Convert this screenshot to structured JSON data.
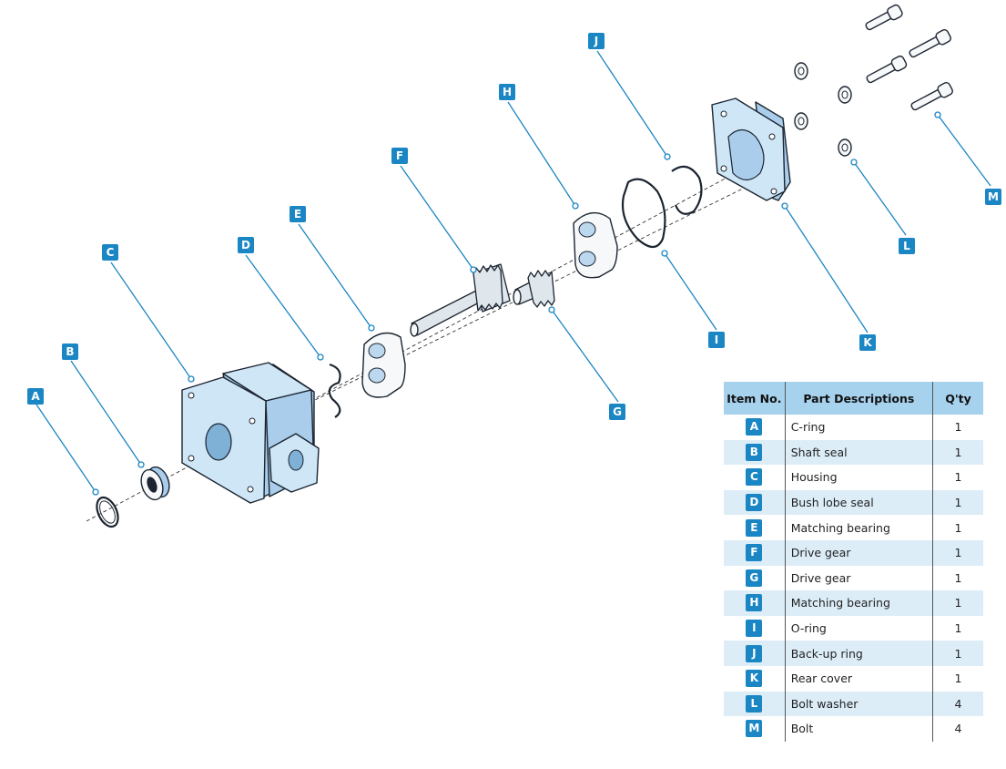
{
  "callouts": [
    "A",
    "B",
    "C",
    "D",
    "E",
    "F",
    "G",
    "H",
    "I",
    "J",
    "K",
    "L",
    "M"
  ],
  "table": {
    "headers": {
      "item": "Item No.",
      "desc": "Part Descriptions",
      "qty": "Q'ty"
    },
    "rows": [
      {
        "item": "A",
        "desc": "C-ring",
        "qty": "1"
      },
      {
        "item": "B",
        "desc": "Shaft seal",
        "qty": "1"
      },
      {
        "item": "C",
        "desc": "Housing",
        "qty": "1"
      },
      {
        "item": "D",
        "desc": "Bush lobe seal",
        "qty": "1"
      },
      {
        "item": "E",
        "desc": "Matching bearing",
        "qty": "1"
      },
      {
        "item": "F",
        "desc": "Drive gear",
        "qty": "1"
      },
      {
        "item": "G",
        "desc": "Drive gear",
        "qty": "1"
      },
      {
        "item": "H",
        "desc": "Matching bearing",
        "qty": "1"
      },
      {
        "item": "I",
        "desc": "O-ring",
        "qty": "1"
      },
      {
        "item": "J",
        "desc": "Back-up ring",
        "qty": "1"
      },
      {
        "item": "K",
        "desc": "Rear cover",
        "qty": "1"
      },
      {
        "item": "L",
        "desc": "Bolt washer",
        "qty": "4"
      },
      {
        "item": "M",
        "desc": "Bolt",
        "qty": "4"
      }
    ]
  },
  "colors": {
    "accent": "#1a86c4",
    "part_fill": "#cfe6f7",
    "table_header": "#a6d2ee",
    "table_stripe": "#dcedf8"
  }
}
